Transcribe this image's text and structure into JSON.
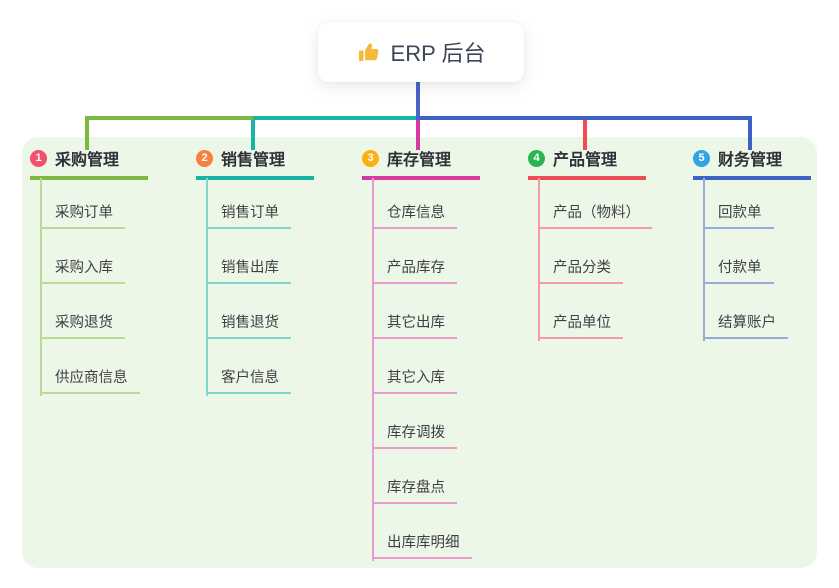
{
  "root": {
    "icon": "thumbs-up",
    "title": "ERP 后台"
  },
  "branches": [
    {
      "badge": "1",
      "title": "采购管理",
      "color": "#7cb93e",
      "light": "#b7dc94",
      "badge_bg": "#f4506c",
      "items": [
        "采购订单",
        "采购入库",
        "采购退货",
        "供应商信息"
      ]
    },
    {
      "badge": "2",
      "title": "销售管理",
      "color": "#16b3a6",
      "light": "#82d5cc",
      "badge_bg": "#f5823a",
      "items": [
        "销售订单",
        "销售出库",
        "销售退货",
        "客户信息"
      ]
    },
    {
      "badge": "3",
      "title": "库存管理",
      "color": "#d63aa0",
      "light": "#eb9ccf",
      "badge_bg": "#f9b115",
      "items": [
        "仓库信息",
        "产品库存",
        "其它出库",
        "其它入库",
        "库存调拨",
        "库存盘点",
        "出库库明细"
      ]
    },
    {
      "badge": "4",
      "title": "产品管理",
      "color": "#ef4d55",
      "light": "#f59ba1",
      "badge_bg": "#2cb454",
      "items": [
        "产品（物料）",
        "产品分类",
        "产品单位"
      ]
    },
    {
      "badge": "5",
      "title": "财务管理",
      "color": "#3e61c6",
      "light": "#96abdc",
      "badge_bg": "#30a5e6",
      "items": [
        "回款单",
        "付款单",
        "结算账户"
      ]
    }
  ],
  "colors": {
    "page_bg": "#ffffff",
    "panel_bg": "#edf7e7",
    "stem": "#4a63c8",
    "node_text": "#3c4657",
    "item_text": "#3f3f46",
    "thumb_icon": "#f5b93d"
  }
}
